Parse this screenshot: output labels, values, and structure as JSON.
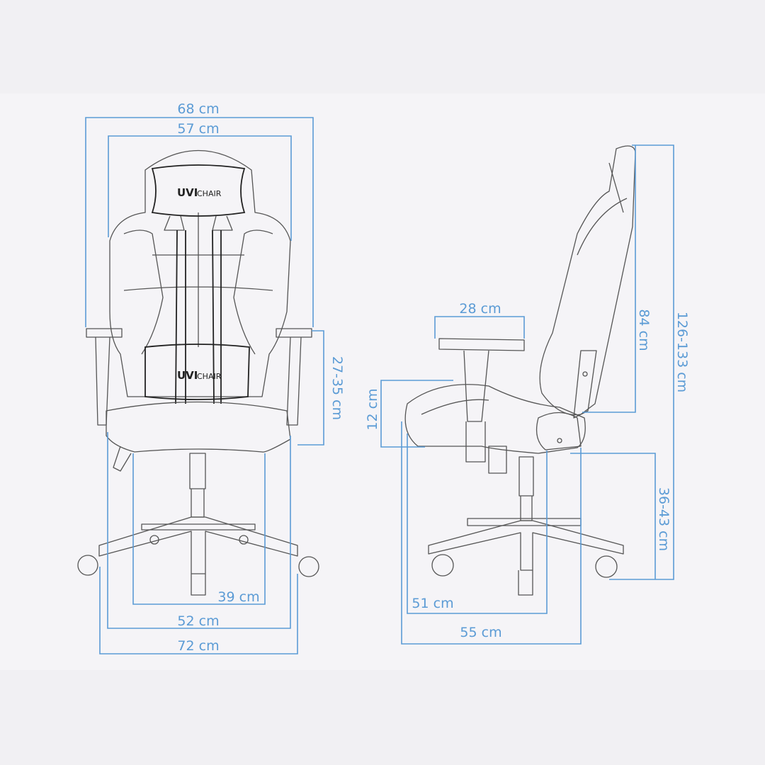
{
  "brand": {
    "logo_mark": "UVI",
    "logo_word": "CHAIR"
  },
  "dimensions": {
    "front": {
      "overall_width": "68 cm",
      "backrest_width": "57 cm",
      "armrest_height": "27-35 cm",
      "seat_width": "39 cm",
      "seat_frame_width": "52 cm",
      "base_width": "72 cm"
    },
    "side": {
      "armrest_length": "28 cm",
      "seat_cushion_height": "12 cm",
      "backrest_height": "84 cm",
      "total_height": "126-133 cm",
      "seat_height": "36-43 cm",
      "seat_depth": "51 cm",
      "base_depth": "55 cm"
    }
  },
  "colors": {
    "dimension_lines": "#5b9bd5",
    "outline": "#555555",
    "background": "#f5f4f7"
  }
}
